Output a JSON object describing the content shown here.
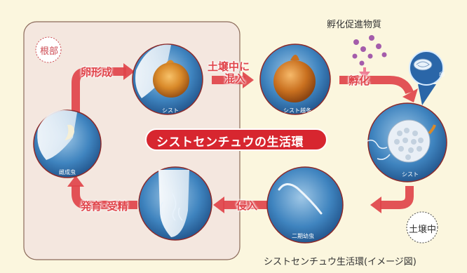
{
  "title": "シストセンチュウの生活環",
  "caption": "シストセンチュウ生活環(イメージ図)",
  "regions": {
    "root": "根部",
    "soil": "土壌中"
  },
  "stages": {
    "cyst": "シスト",
    "cyst_overwinter": "シスト越冬",
    "cyst_hatching": "シスト",
    "egg": "卵",
    "juvenile": "二期幼虫",
    "adult_female": "雌成虫"
  },
  "transitions": {
    "egg_formation": "卵形成",
    "mix_soil_line1": "土壌中に",
    "mix_soil_line2": "混入",
    "hatching": "孵化",
    "invasion": "侵入",
    "development": "発育･受精"
  },
  "hatching_factor": "孵化促進物質",
  "colors": {
    "accent_red": "#e0444a",
    "banner_red": "#d7262f",
    "root_panel": "#f4e7df"
  }
}
